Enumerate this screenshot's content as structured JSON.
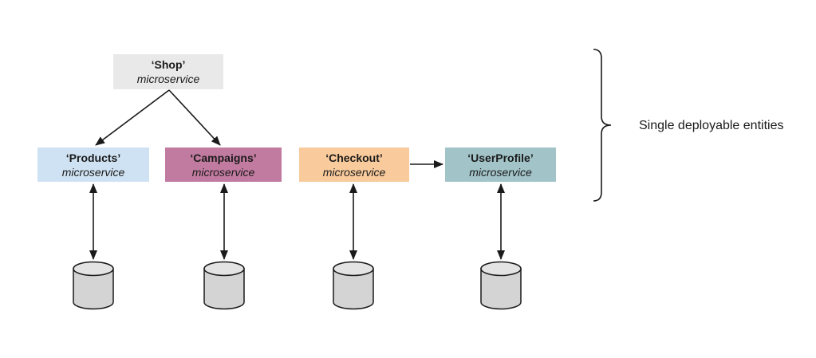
{
  "diagram": {
    "annotation": {
      "label": "Single deployable entities"
    },
    "nodes": {
      "shop": {
        "title": "‘Shop’",
        "subtitle": "microservice",
        "fill": "#e9e9e9"
      },
      "products": {
        "title": "‘Products’",
        "subtitle": "microservice",
        "fill": "#cfe2f3"
      },
      "campaigns": {
        "title": "‘Campaigns’",
        "subtitle": "microservice",
        "fill": "#c27ba0"
      },
      "checkout": {
        "title": "‘Checkout’",
        "subtitle": "microservice",
        "fill": "#f9cb9c"
      },
      "userprofile": {
        "title": "‘UserProfile’",
        "subtitle": "microservice",
        "fill": "#a2c4c9"
      }
    },
    "databases": [
      "products-database",
      "campaigns-database",
      "checkout-database",
      "userprofile-database"
    ],
    "edges": [
      {
        "from": "shop",
        "to": "products",
        "style": "single-arrow"
      },
      {
        "from": "shop",
        "to": "campaigns",
        "style": "single-arrow"
      },
      {
        "from": "checkout",
        "to": "userprofile",
        "style": "single-arrow"
      },
      {
        "from": "products",
        "to": "products-database",
        "style": "double-arrow"
      },
      {
        "from": "campaigns",
        "to": "campaigns-database",
        "style": "double-arrow"
      },
      {
        "from": "checkout",
        "to": "checkout-database",
        "style": "double-arrow"
      },
      {
        "from": "userprofile",
        "to": "userprofile-database",
        "style": "double-arrow"
      }
    ],
    "colors": {
      "line": "#1a1a1a",
      "database_fill": "#d4d4d4",
      "database_top_fill": "#e3e3e3",
      "background": "#ffffff"
    }
  }
}
